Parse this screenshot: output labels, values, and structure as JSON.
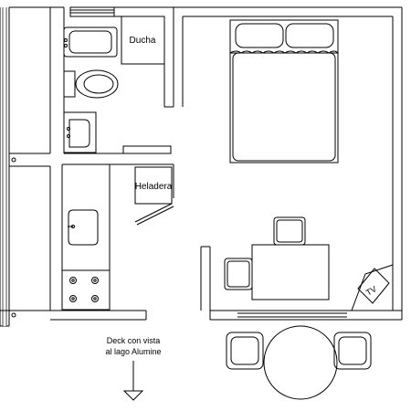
{
  "labels": {
    "shower": "Ducha",
    "fridge": "Heladera",
    "tv": "TV",
    "deck_line1": "Deck con vista",
    "deck_line2": "al lago Alumine"
  },
  "colors": {
    "line": "#000000",
    "wall_fill": "#ffffff",
    "background": "#ffffff"
  },
  "icons": [
    "bathtub-icon",
    "toilet-icon",
    "sink-icon",
    "stove-icon",
    "bed-icon",
    "chair-icon",
    "table-icon",
    "arrow-down-icon"
  ]
}
